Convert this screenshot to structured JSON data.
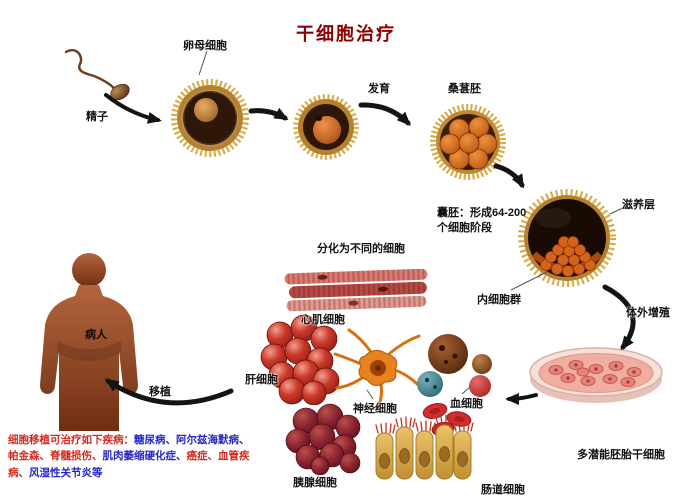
{
  "title": "干细胞治疗",
  "labels": {
    "sperm": "精子",
    "oocyte": "卵母细胞",
    "development": "发育",
    "morula": "桑葚胚",
    "trophoblast": "滋养层",
    "blastocyst_caption_line1": "囊胚：形成64-200",
    "blastocyst_caption_line2": "个细胞阶段",
    "inner_cell_mass": "内细胞群",
    "in_vitro_proliferation": "体外增殖",
    "pluripotent_stem_cells": "多潜能胚胎干细胞",
    "differentiation": "分化为不同的细胞",
    "cardiac_cells": "心肌细胞",
    "liver_cells": "肝细胞",
    "nerve_cells": "神经细胞",
    "blood_cells": "血细胞",
    "pancreas_cells": "胰腺细胞",
    "intestine_cells": "肠道细胞",
    "patient": "病人",
    "transplant": "移植"
  },
  "note": {
    "segments": [
      {
        "text": "细胞移植可治疗如下疾病：",
        "color": "#d42a1e"
      },
      {
        "text": "糖尿病、阿尔兹海默病、",
        "color": "#2626c8"
      },
      {
        "text": "帕金森、脊髓损伤、",
        "color": "#d42a1e"
      },
      {
        "text": "肌肉萎缩硬化症、",
        "color": "#2626c8"
      },
      {
        "text": "癌症、血管疾病、",
        "color": "#d42a1e"
      },
      {
        "text": "风湿性关节炎等",
        "color": "#2626c8"
      }
    ]
  },
  "colors": {
    "title": "#8b0000",
    "label": "#111111",
    "note_red": "#d42a1e",
    "note_blue": "#2626c8",
    "arrow": "#141414",
    "corona": "#d9a93f",
    "patient_body": "#9a4c24",
    "background": "#ffffff"
  },
  "illustrations": [
    "sperm",
    "oocyte",
    "fertilized-egg",
    "morula",
    "blastocyst",
    "petri-dish",
    "cardiac-muscle",
    "liver-cells",
    "neuron",
    "assorted-cells",
    "blood-cells",
    "pancreatic-cells",
    "intestinal-cells",
    "patient-silhouette"
  ]
}
